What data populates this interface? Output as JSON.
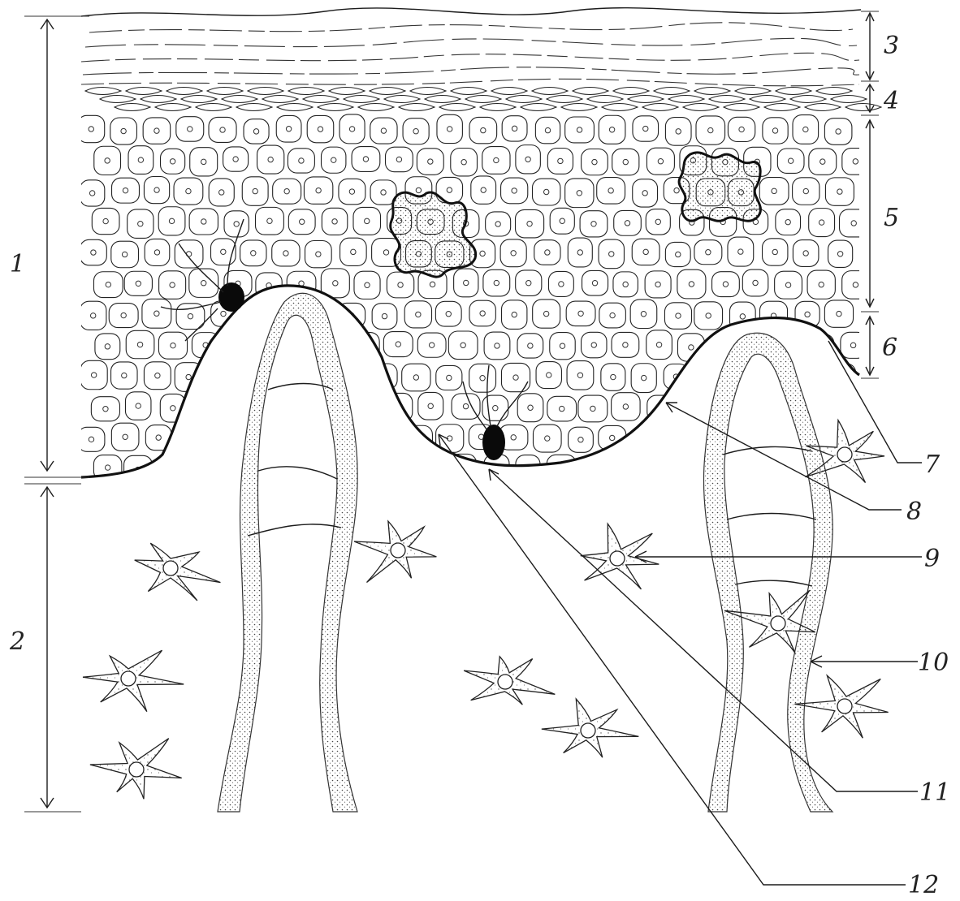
{
  "labels": {
    "l1": "1",
    "l2": "2",
    "l3": "3",
    "l4": "4",
    "l5": "5",
    "l6": "6",
    "l7": "7",
    "l8": "8",
    "l9": "9",
    "l10": "10",
    "l11": "11",
    "l12": "12"
  },
  "colors": {
    "ink": "#1c1c1c",
    "paper": "#ffffff",
    "stipple": "#555555"
  }
}
